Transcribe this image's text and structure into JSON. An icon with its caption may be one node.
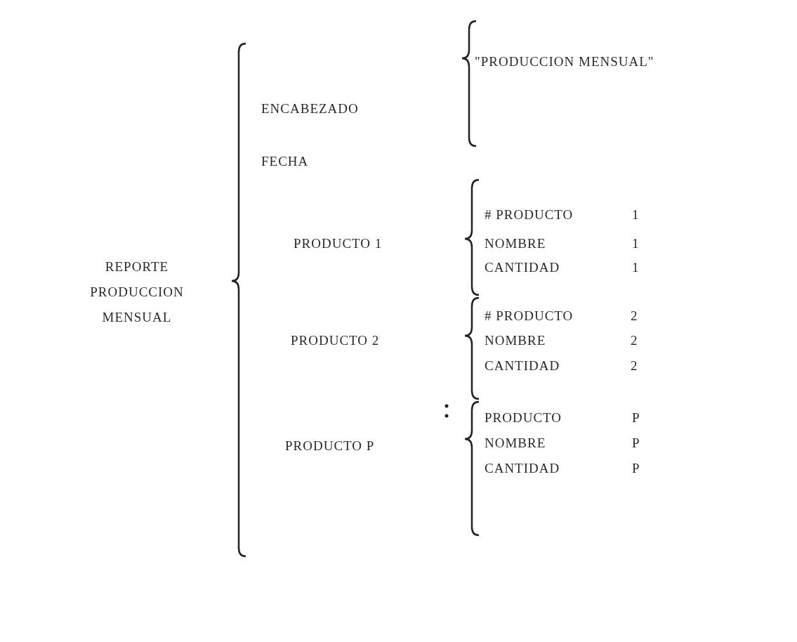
{
  "diagram": {
    "labels": [
      "ENCABEZADO",
      "\"PRODUCCION MENSUAL\"",
      "FECHA",
      "# PRODUCTO",
      "1",
      "PRODUCTO 1",
      "NOMBRE",
      "1",
      "CANTIDAD",
      "1",
      "REPORTE PRODUCCION MENSUAL",
      "# PRODUCTO",
      "2",
      "PRODUCTO 2",
      "NOMBRE",
      "2",
      "CANTIDAD",
      "2",
      "PRODUCTO",
      "P",
      "PRODUCTO P",
      "NOMBRE",
      "P",
      "CANTIDAD",
      "P"
    ]
  }
}
